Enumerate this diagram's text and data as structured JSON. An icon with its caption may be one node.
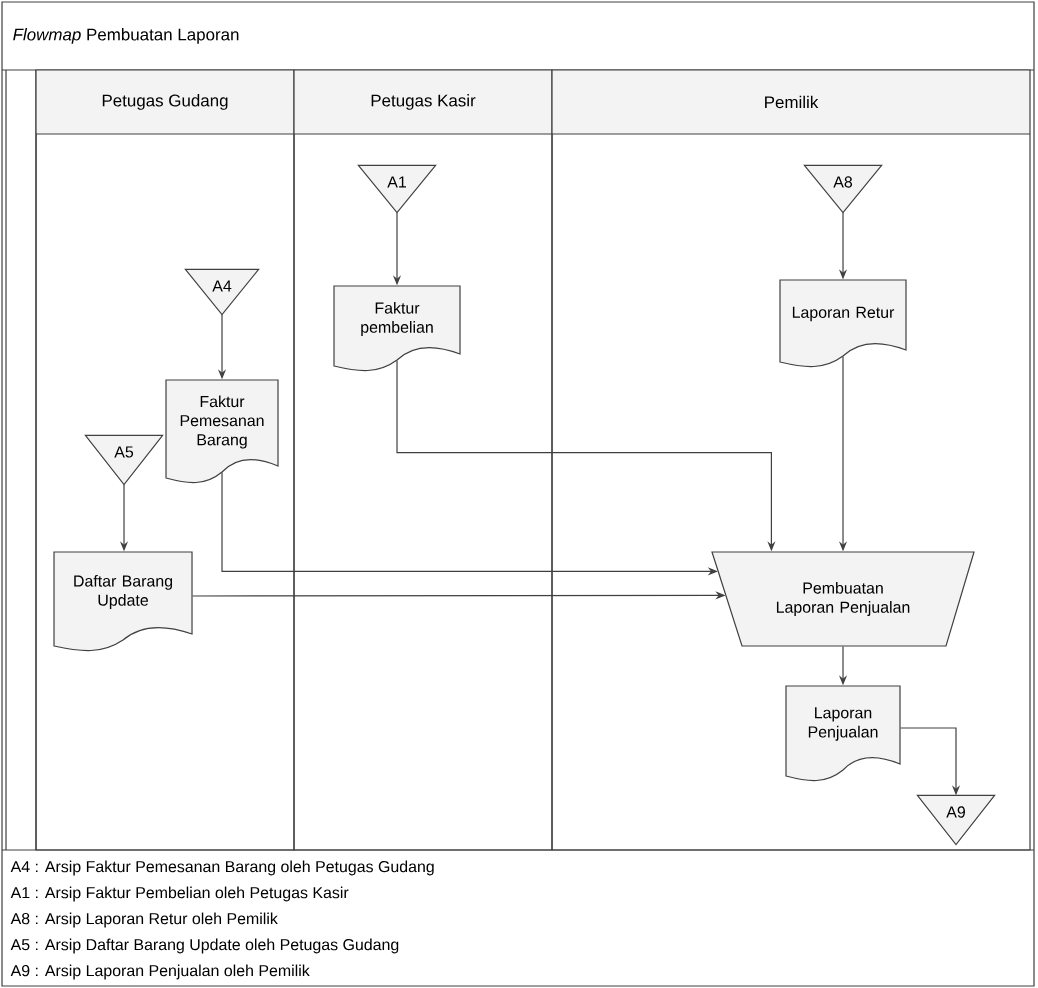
{
  "diagram": {
    "title": "*Flowmap* Pembuatan Laporan",
    "nodes": [
      {
        "text": [
          "Petugas Gudang"
        ]
      },
      {
        "text": [
          "Petugas Kasir"
        ]
      },
      {
        "text": [
          "Pemilik"
        ]
      },
      {
        "text": [
          "A4"
        ],
        "in": 0
      },
      {
        "text": [
          "Faktur Pemesanan Barang"
        ],
        "in": 0
      },
      {
        "text": [
          "A5"
        ],
        "in": 0
      },
      {
        "text": [
          "Daftar Barang Update"
        ],
        "in": 0
      },
      {
        "text": [
          "A1"
        ],
        "in": 1
      },
      {
        "text": [
          "Faktur pembelian"
        ],
        "in": 1
      },
      {
        "text": [
          "A8"
        ],
        "in": 2
      },
      {
        "text": [
          "Laporan Retur"
        ],
        "in": 2
      },
      {
        "text": [
          "Pembuatan Laporan Penjualan"
        ],
        "in": 2
      },
      {
        "text": [
          "Laporan Penjualan"
        ],
        "in": 2
      },
      {
        "text": [
          "A9"
        ],
        "in": 2
      }
    ],
    "edges": [
      {
        "from": 7,
        "to": 8,
        "arrow": "to"
      },
      {
        "from": 3,
        "to": 4,
        "arrow": "to"
      },
      {
        "from": 5,
        "to": 6,
        "arrow": "to"
      },
      {
        "from": 9,
        "to": 10,
        "arrow": "to"
      },
      {
        "from": 10,
        "to": 11,
        "arrow": "to"
      },
      {
        "from": 8,
        "to": 11,
        "arrow": "to"
      },
      {
        "from": 4,
        "to": 11,
        "arrow": "to"
      },
      {
        "from": 6,
        "to": 11,
        "arrow": "to"
      },
      {
        "from": 11,
        "to": 12,
        "arrow": "to"
      },
      {
        "from": 12,
        "to": 13,
        "arrow": "to"
      }
    ],
    "labels": [
      "A4 : Arsip Faktur Pemesanan Barang oleh Petugas Gudang",
      "A1 : Arsip Faktur Pembelian oleh Petugas Kasir",
      "A8 : Arsip Laporan Retur oleh Pemilik",
      "A5 : Arsip Daftar Barang Update oleh Petugas Gudang",
      "A9 : Arsip Laporan Penjualan oleh Pemilik"
    ]
  }
}
